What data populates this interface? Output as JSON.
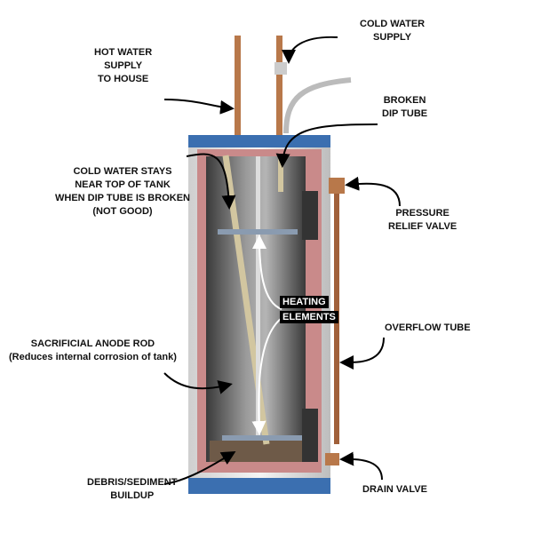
{
  "title": "Water heater cutaway diagram",
  "labels": {
    "cold_water_supply": [
      "COLD WATER",
      "SUPPLY"
    ],
    "hot_water_supply": [
      "HOT WATER",
      "SUPPLY",
      "TO HOUSE"
    ],
    "broken_dip_tube": [
      "BROKEN",
      "DIP TUBE"
    ],
    "cold_water_stays": [
      "COLD WATER STAYS",
      "NEAR TOP OF TANK",
      "WHEN DIP TUBE IS BROKEN",
      "(NOT GOOD)"
    ],
    "pressure_relief_valve": [
      "PRESSURE",
      "RELIEF VALVE"
    ],
    "heating_elements": [
      "HEATING",
      "ELEMENTS"
    ],
    "overflow_tube": "OVERFLOW TUBE",
    "anode_rod": [
      "SACRIFICIAL ANODE ROD",
      "(Reduces internal corrosion of tank)"
    ],
    "sediment": [
      "DEBRIS/SEDIMENT",
      "BUILDUP"
    ],
    "drain_valve": "DRAIN VALVE"
  },
  "colors": {
    "tank_blue": "#3b6fb0",
    "insulation": "#c98a8a",
    "copper": "#b8784a"
  }
}
